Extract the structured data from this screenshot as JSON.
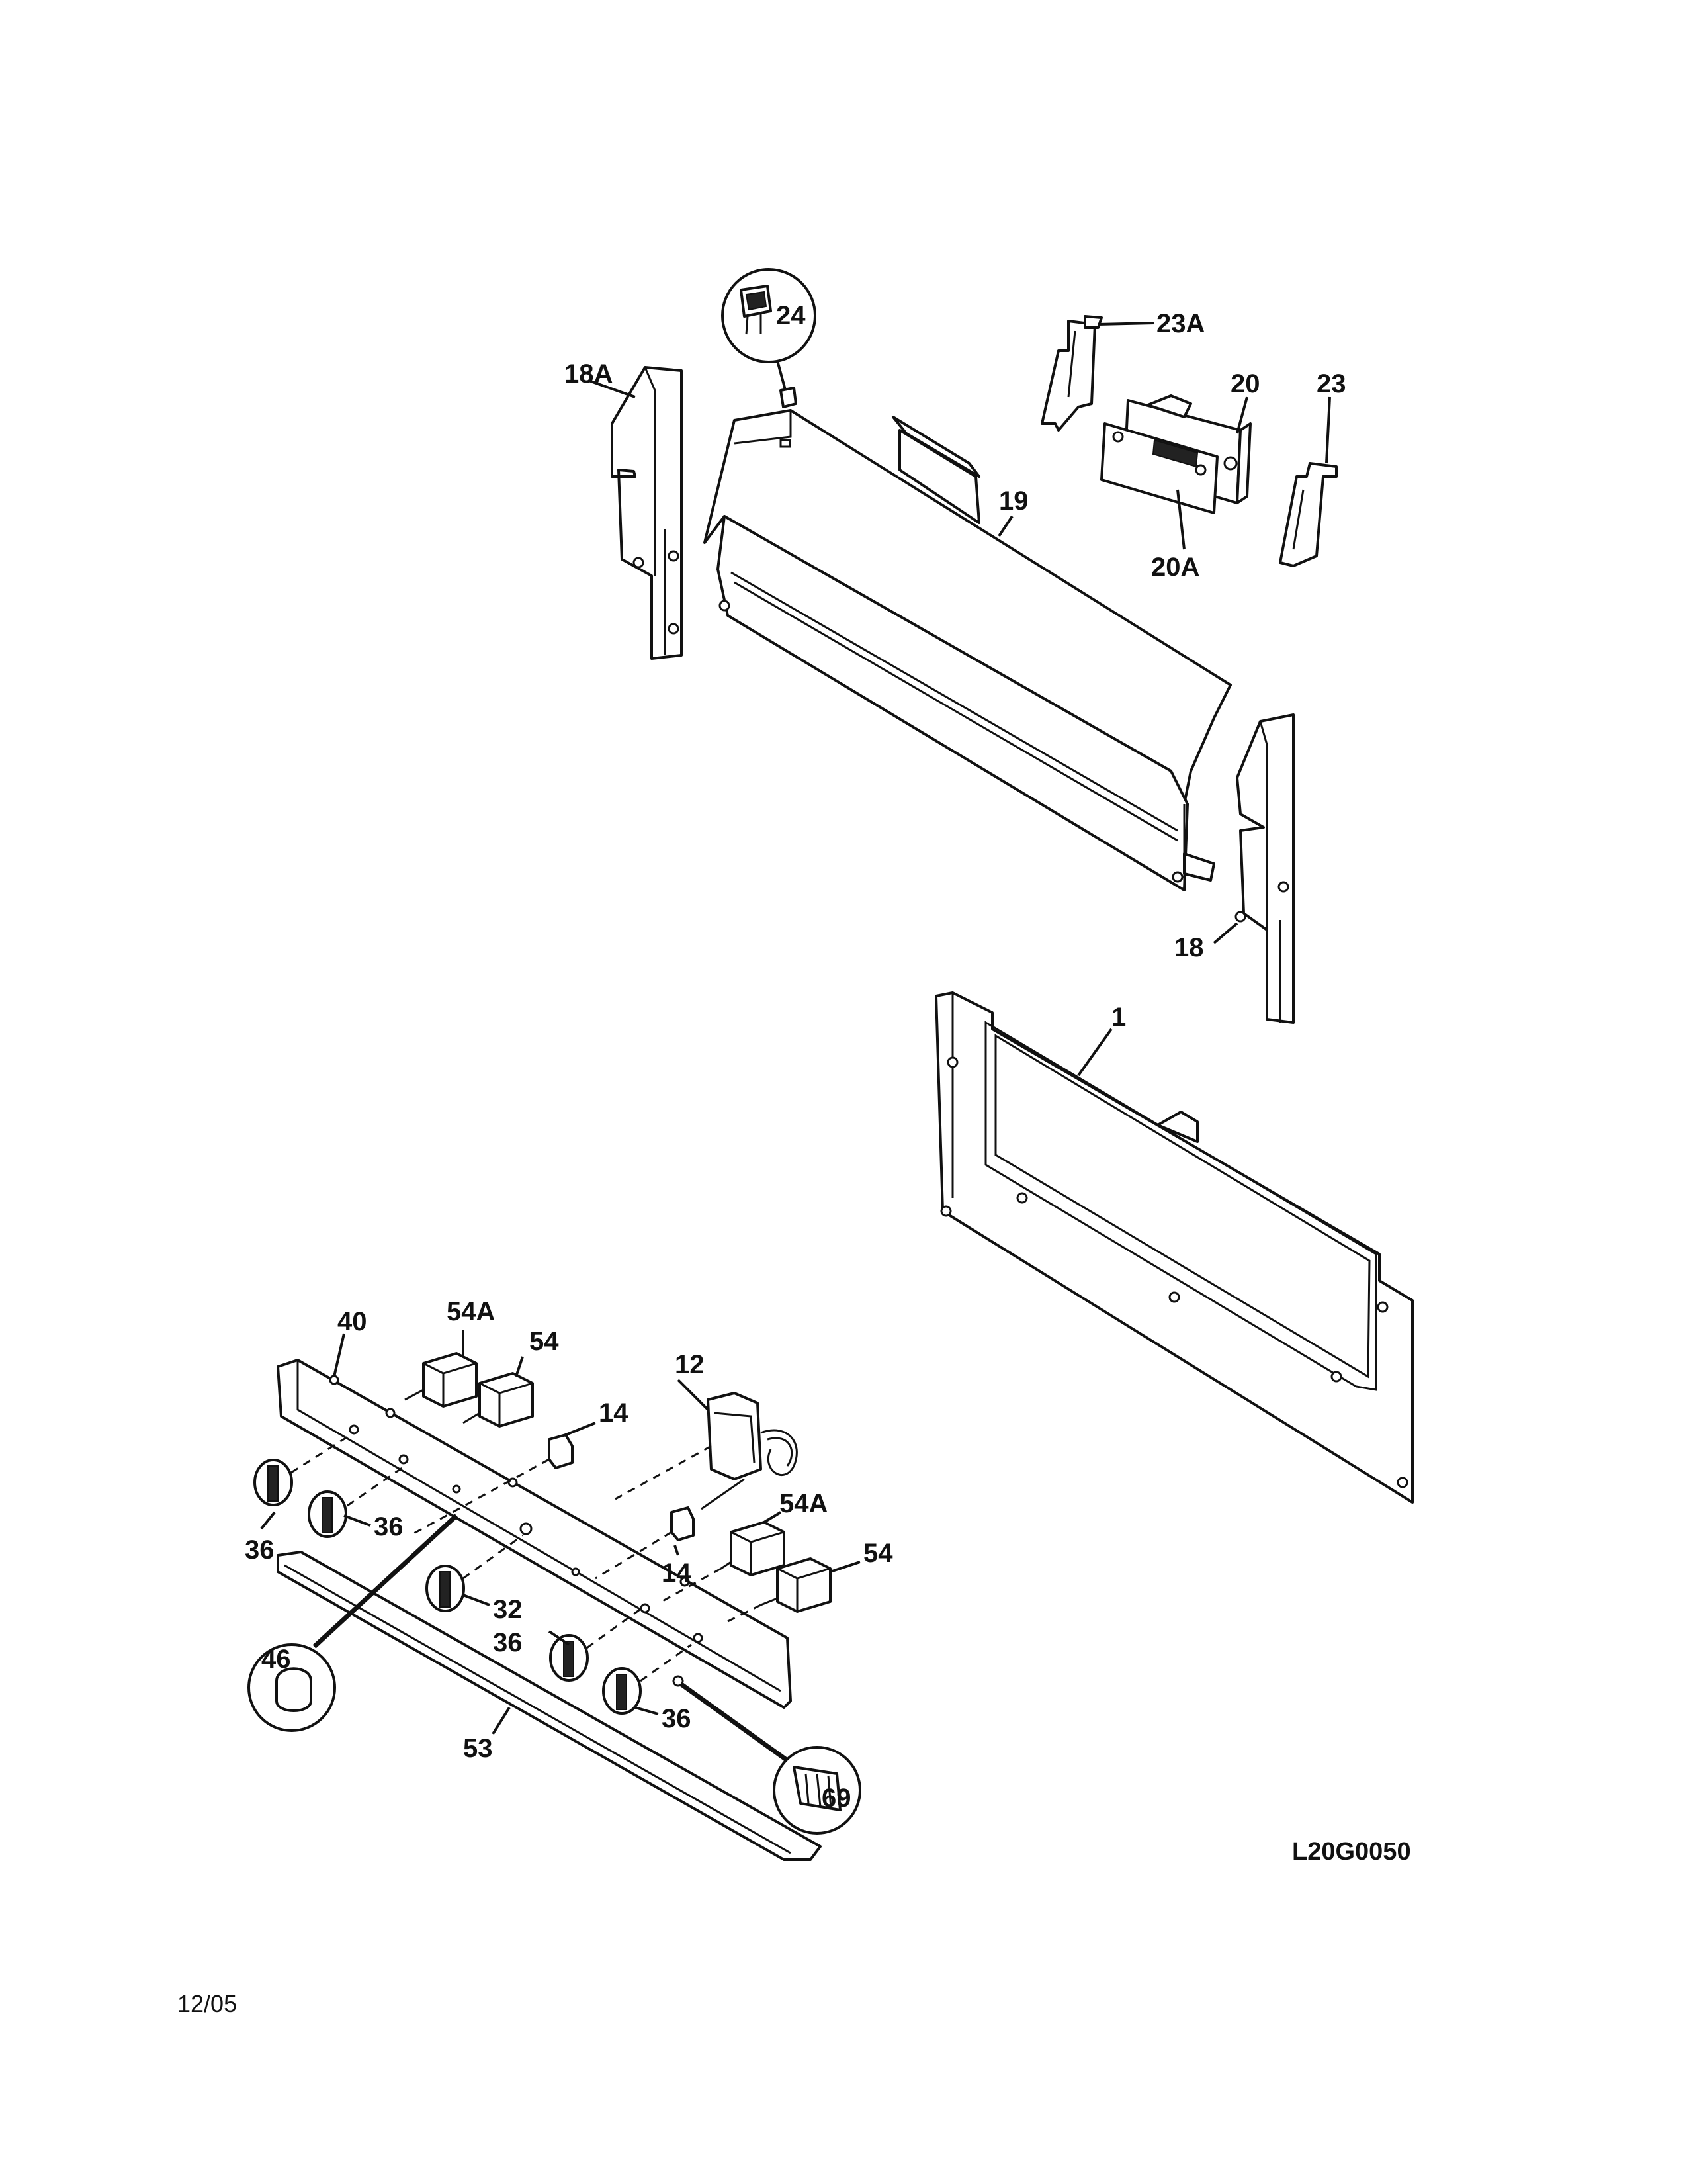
{
  "diagram": {
    "callouts": {
      "p24": "24",
      "p23a": "23A",
      "p18a": "18A",
      "p20": "20",
      "p23": "23",
      "p19": "19",
      "p20a": "20A",
      "p18": "18",
      "p1": "1",
      "p54a_top": "54A",
      "p40": "40",
      "p54_top": "54",
      "p12": "12",
      "p14_top": "14",
      "p36_a": "36",
      "p36_b": "36",
      "p14_bottom": "14",
      "p54a_bottom": "54A",
      "p54_bottom": "54",
      "p32": "32",
      "p36_c": "36",
      "p46": "46",
      "p36_d": "36",
      "p53": "53",
      "p69": "69"
    },
    "drawing_code": "L20G0050",
    "date": "12/05"
  }
}
